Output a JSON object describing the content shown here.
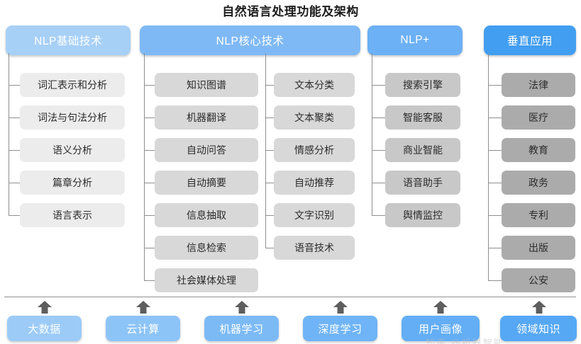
{
  "title": "自然语言处理功能及架构",
  "colors": {
    "header_basic": "#a7d0f7",
    "header_core": "#7fb9f5",
    "header_plus": "#6cb0f5",
    "header_vertical": "#429ef0",
    "item_basic": "#ececec",
    "item_core": "#d8d8d8",
    "item_plus": "#c8c8c8",
    "item_vertical": "#ababab",
    "line": "#8f8f8f",
    "arrow": "#5e5e5e",
    "title_text": "#1c1c1c",
    "found_1": "#9ccbf7",
    "found_2": "#8dc4f7",
    "found_3": "#7cbaf6",
    "found_4": "#6fb4f6",
    "found_5": "#63aef5",
    "found_6": "#56a8f4"
  },
  "columns": [
    {
      "id": "nlp-basic",
      "header": "NLP基础技术",
      "groups": [
        {
          "items": [
            "词汇表示和分析",
            "词法与句法分析",
            "语义分析",
            "篇章分析",
            "语言表示"
          ]
        }
      ]
    },
    {
      "id": "nlp-core",
      "header": "NLP核心技术",
      "groups": [
        {
          "items": [
            "知识图谱",
            "机器翻译",
            "自动问答",
            "自动摘要",
            "信息抽取",
            "信息检索",
            "社会媒体处理"
          ]
        },
        {
          "items": [
            "文本分类",
            "文本聚类",
            "情感分析",
            "自动推荐",
            "文字识别",
            "语音技术"
          ]
        }
      ]
    },
    {
      "id": "nlp-plus",
      "header": "NLP+",
      "groups": [
        {
          "items": [
            "搜索引擎",
            "智能客服",
            "商业智能",
            "语音助手",
            "舆情监控"
          ]
        }
      ]
    },
    {
      "id": "vertical-app",
      "header": "垂直应用",
      "groups": [
        {
          "items": [
            "法律",
            "医疗",
            "教育",
            "政务",
            "专利",
            "出版",
            "公安"
          ]
        }
      ]
    }
  ],
  "foundation": {
    "items": [
      "大数据",
      "云计算",
      "机器学习",
      "深度学习",
      "用户画像",
      "领域知识"
    ]
  },
  "watermark": "知乎 @机器智能"
}
